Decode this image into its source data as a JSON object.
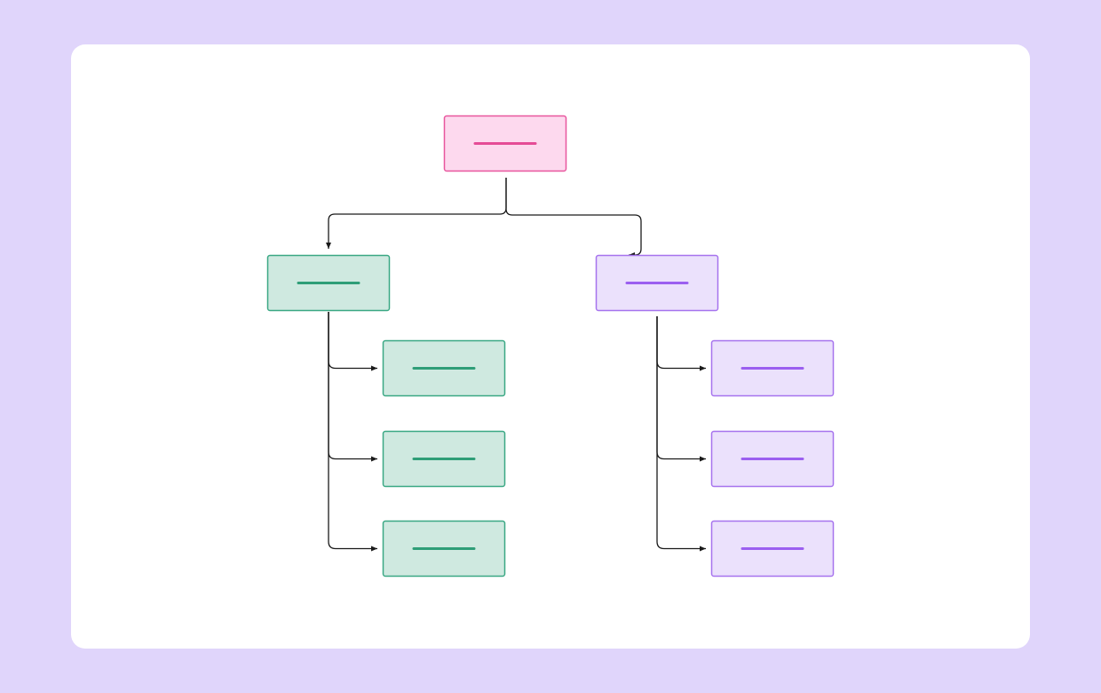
{
  "colors": {
    "background": "#e0d5fb",
    "card": "#ffffff",
    "connector": "#1a1a1a",
    "root": {
      "fill": "#fdd9ee",
      "stroke": "#e8579e",
      "bar": "#e54b96"
    },
    "green": {
      "fill": "#cfe9e0",
      "stroke": "#3aa884",
      "bar": "#2f9e78"
    },
    "purple": {
      "fill": "#ebe1fc",
      "stroke": "#a673ee",
      "bar": "#9b5ff0"
    }
  },
  "tree": {
    "root": {
      "theme": "root"
    },
    "branches": [
      {
        "theme": "green",
        "children": 3
      },
      {
        "theme": "purple",
        "children": 3
      }
    ]
  }
}
